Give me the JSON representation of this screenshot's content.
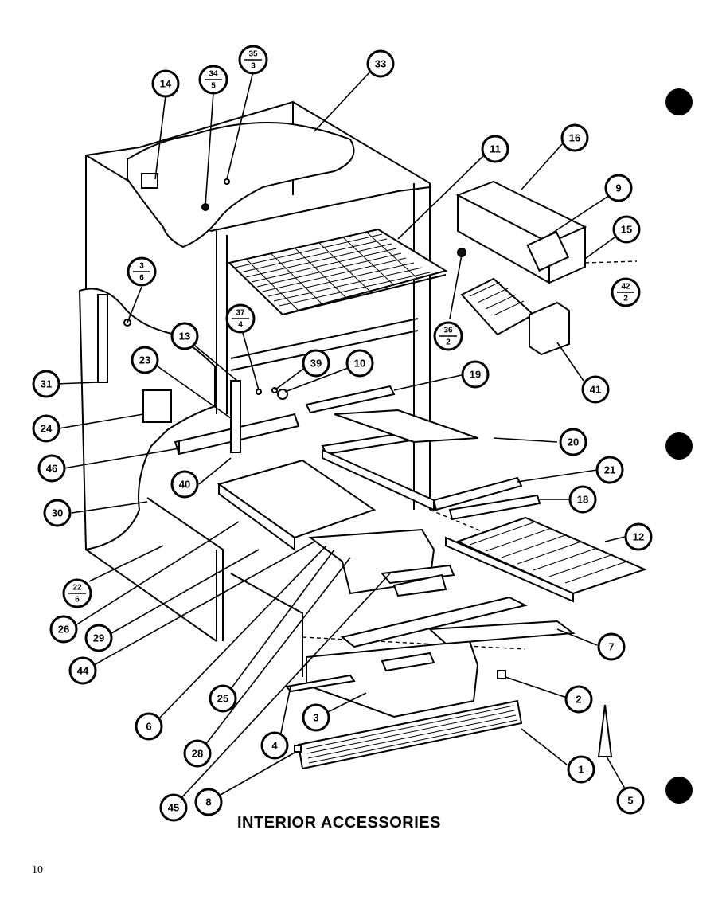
{
  "diagram": {
    "caption": "INTERIOR ACCESSORIES",
    "page_number": "10",
    "callouts": [
      {
        "id": "c14",
        "label": "14"
      },
      {
        "id": "c34",
        "top": "34",
        "bottom": "5"
      },
      {
        "id": "c35",
        "top": "35",
        "bottom": "3"
      },
      {
        "id": "c33",
        "label": "33"
      },
      {
        "id": "c11",
        "label": "11"
      },
      {
        "id": "c16",
        "label": "16"
      },
      {
        "id": "c9",
        "label": "9"
      },
      {
        "id": "c15",
        "label": "15"
      },
      {
        "id": "c42",
        "top": "42",
        "bottom": "2"
      },
      {
        "id": "c36",
        "top": "36",
        "bottom": "2"
      },
      {
        "id": "c41",
        "label": "41"
      },
      {
        "id": "c3_6",
        "top": "3",
        "bottom": "6"
      },
      {
        "id": "c37",
        "top": "37",
        "bottom": "4"
      },
      {
        "id": "c13",
        "label": "13"
      },
      {
        "id": "c23",
        "label": "23"
      },
      {
        "id": "c39",
        "label": "39"
      },
      {
        "id": "c10",
        "label": "10"
      },
      {
        "id": "c19",
        "label": "19"
      },
      {
        "id": "c31",
        "label": "31"
      },
      {
        "id": "c24",
        "label": "24"
      },
      {
        "id": "c46",
        "label": "46"
      },
      {
        "id": "c20",
        "label": "20"
      },
      {
        "id": "c21",
        "label": "21"
      },
      {
        "id": "c40",
        "label": "40"
      },
      {
        "id": "c18",
        "label": "18"
      },
      {
        "id": "c30",
        "label": "30"
      },
      {
        "id": "c12",
        "label": "12"
      },
      {
        "id": "c22",
        "top": "22",
        "bottom": "6"
      },
      {
        "id": "c26",
        "label": "26"
      },
      {
        "id": "c29",
        "label": "29"
      },
      {
        "id": "c44",
        "label": "44"
      },
      {
        "id": "c7",
        "label": "7"
      },
      {
        "id": "c2",
        "label": "2"
      },
      {
        "id": "c6",
        "label": "6"
      },
      {
        "id": "c25",
        "label": "25"
      },
      {
        "id": "c3",
        "label": "3"
      },
      {
        "id": "c4",
        "label": "4"
      },
      {
        "id": "c1",
        "label": "1"
      },
      {
        "id": "c28",
        "label": "28"
      },
      {
        "id": "c8",
        "label": "8"
      },
      {
        "id": "c45",
        "label": "45"
      },
      {
        "id": "c5",
        "label": "5"
      }
    ]
  }
}
